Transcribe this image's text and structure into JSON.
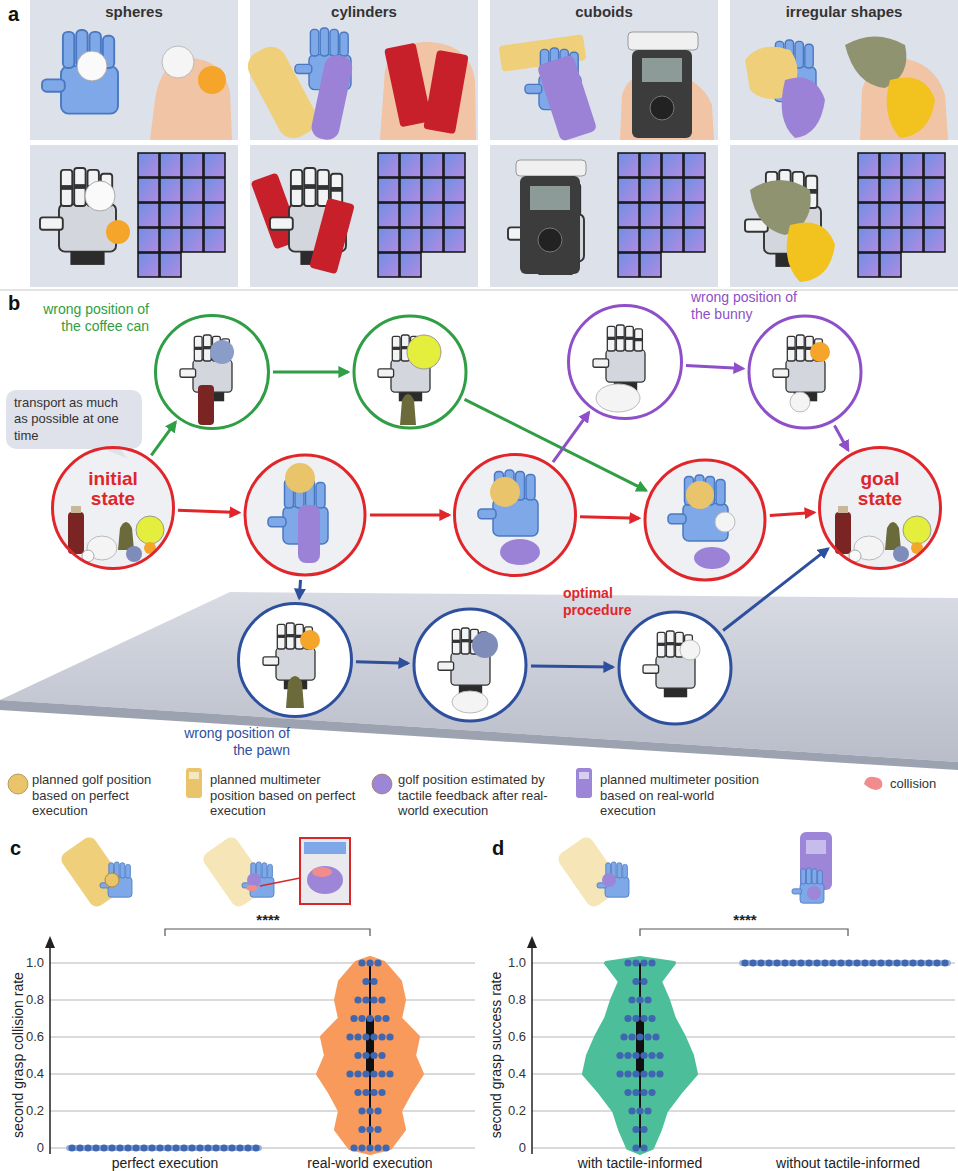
{
  "diagram": {
    "nodes": [
      {
        "text": [
          "spheres"
        ]
      },
      {
        "text": [
          "cylinders"
        ]
      },
      {
        "text": [
          "cuboids"
        ]
      },
      {
        "text": [
          "irregular shapes"
        ]
      },
      {
        "text": [
          "transport as much as possible at one time"
        ]
      },
      {
        "text": [
          "initial state"
        ]
      },
      {
        "text": [
          "wrong position of the coffee can"
        ]
      },
      {
        "text": [
          "optimal procedure"
        ]
      },
      {
        "text": [
          "wrong position of the bunny"
        ]
      },
      {
        "text": [
          "wrong position of the pawn"
        ]
      },
      {
        "text": [
          "goal state"
        ]
      }
    ],
    "edges": [
      {
        "from": 5,
        "to": 6,
        "arrow": "to"
      },
      {
        "from": 7,
        "to": 8,
        "arrow": "to"
      }
    ],
    "labels": [
      "a",
      "b",
      "c",
      "d",
      "****",
      "****",
      "1.0",
      "0.8",
      "0.6",
      "0.4",
      "0.2",
      "0",
      "second grasp collision rate",
      "perfect execution",
      "real-world execution",
      "1.0",
      "0.8",
      "0.6",
      "0.4",
      "0.2",
      "0",
      "second grasp success rate",
      "with tactile-informed",
      "without tactile-informed"
    ],
    "legend": [
      {
        "text": "planned golf position based on perfect execution",
        "color": "#e9c46a"
      },
      {
        "text": "planned multimeter position based on perfect execution"
      },
      {
        "text": "golf position estimated by tactile feedback after real-world execution",
        "color": "#9d86d8"
      },
      {
        "text": "planned multimeter position based on real-world execution"
      },
      {
        "text": "collision",
        "color": "#f28b8b"
      }
    ]
  }
}
